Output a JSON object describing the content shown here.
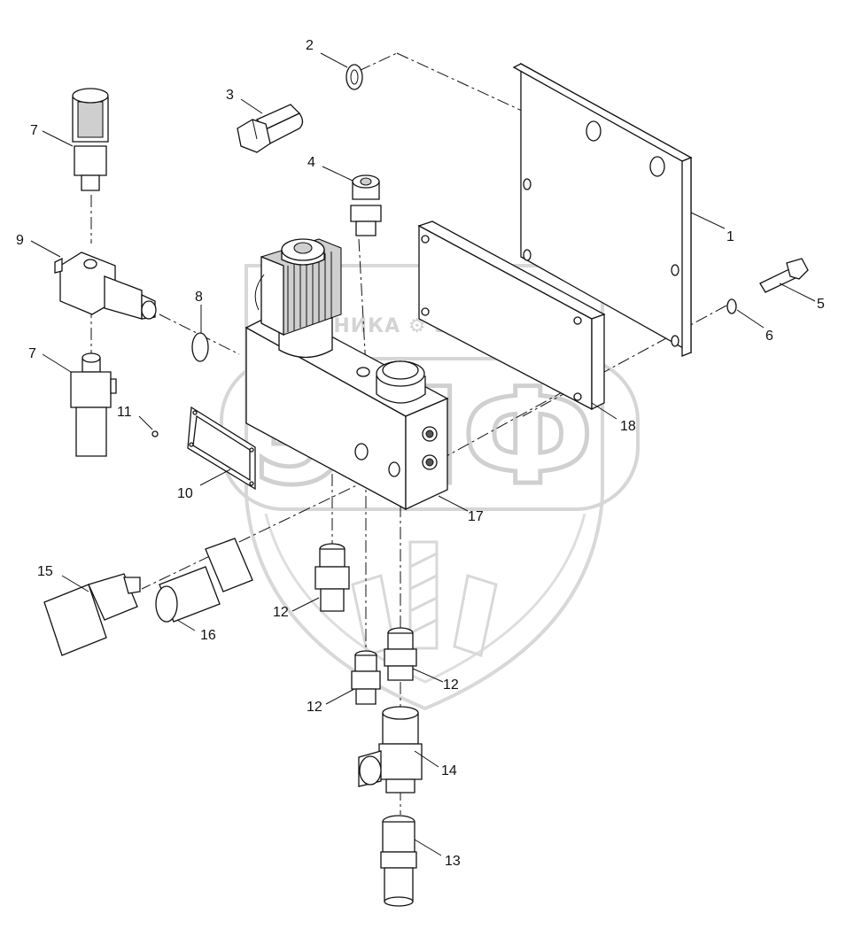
{
  "watermark": {
    "brand_line": "ТЕХНИКА ⚙ ЗАПЧАСТИ",
    "logo_letters": "ЭПФ"
  },
  "callouts": [
    "1",
    "2",
    "3",
    "4",
    "5",
    "6",
    "7",
    "7",
    "8",
    "9",
    "10",
    "11",
    "12",
    "12",
    "12",
    "13",
    "14",
    "15",
    "16",
    "17",
    "18"
  ]
}
